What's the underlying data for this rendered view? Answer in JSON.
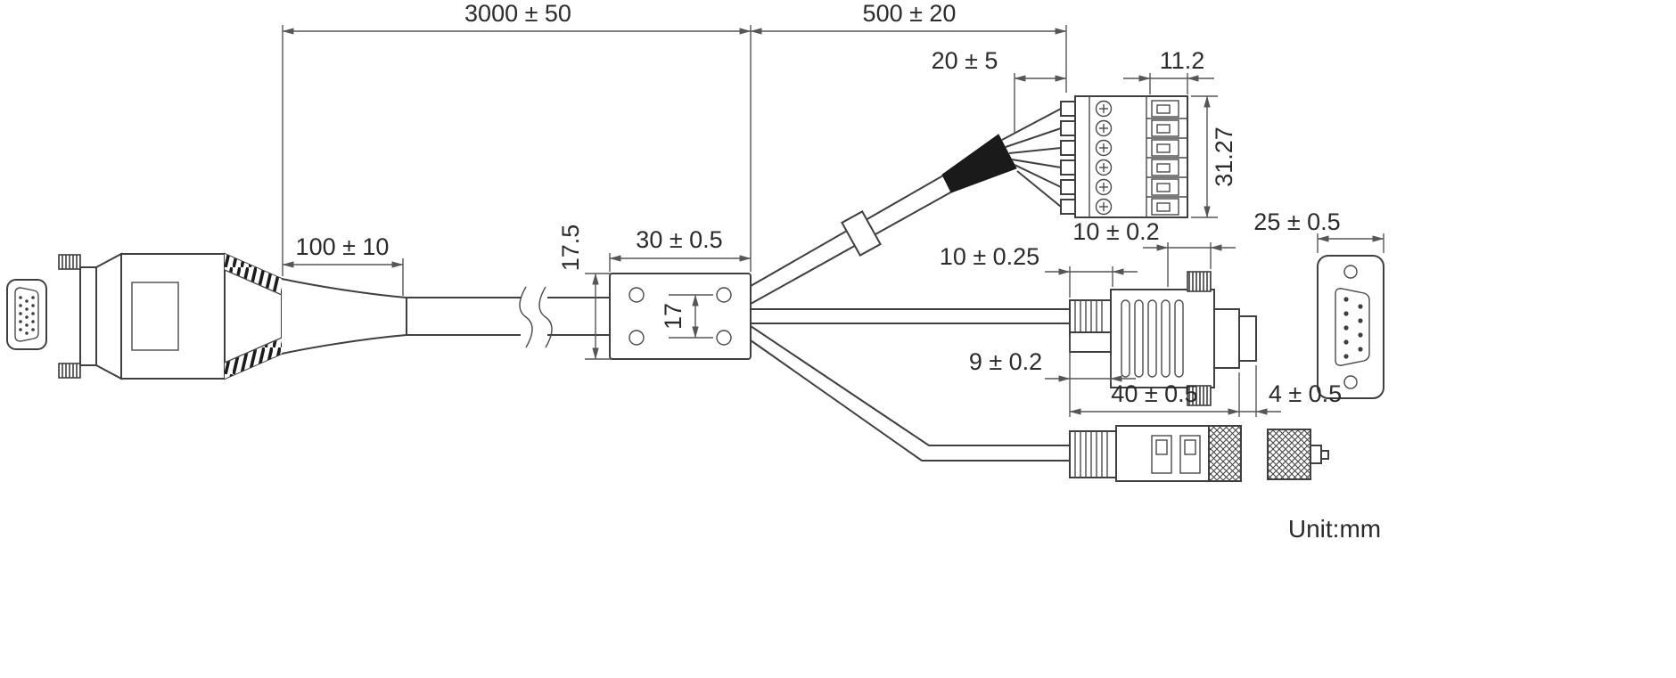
{
  "drawing": {
    "title": "cable-assembly-dimension-drawing",
    "unit_label": "Unit:mm",
    "line_color": "#3f3f3f",
    "dim_color": "#565656",
    "dims": {
      "d3000": "3000 ± 50",
      "d500": "500 ± 20",
      "d20": "20 ± 5",
      "d11_2": "11.2",
      "d31_27": "31.27",
      "d100": "100 ± 10",
      "d17_5": "17.5",
      "d30": "30 ± 0.5",
      "d17": "17",
      "d10_25": "10 ± 0.25",
      "d10_2": "10 ± 0.2",
      "d25": "25 ± 0.5",
      "d9": "9 ± 0.2",
      "d40": "40 ± 0.5",
      "d4": "4 ± 0.5"
    }
  }
}
